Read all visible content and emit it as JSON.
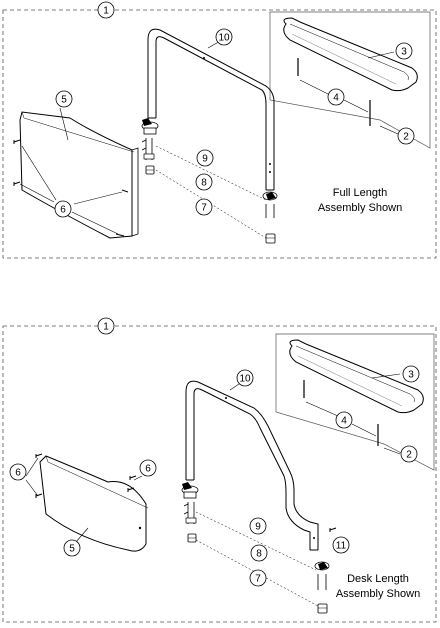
{
  "top_panel": {
    "assembly_number": "1",
    "caption_line1": "Full Length",
    "caption_line2": "Assembly Shown",
    "callouts": [
      "10",
      "3",
      "4",
      "2",
      "5",
      "6",
      "9",
      "8",
      "7"
    ]
  },
  "bottom_panel": {
    "assembly_number": "1",
    "caption_line1": "Desk Length",
    "caption_line2": "Assembly Shown",
    "callouts": [
      "10",
      "3",
      "4",
      "2",
      "6",
      "6",
      "5",
      "9",
      "11",
      "8",
      "7"
    ]
  }
}
